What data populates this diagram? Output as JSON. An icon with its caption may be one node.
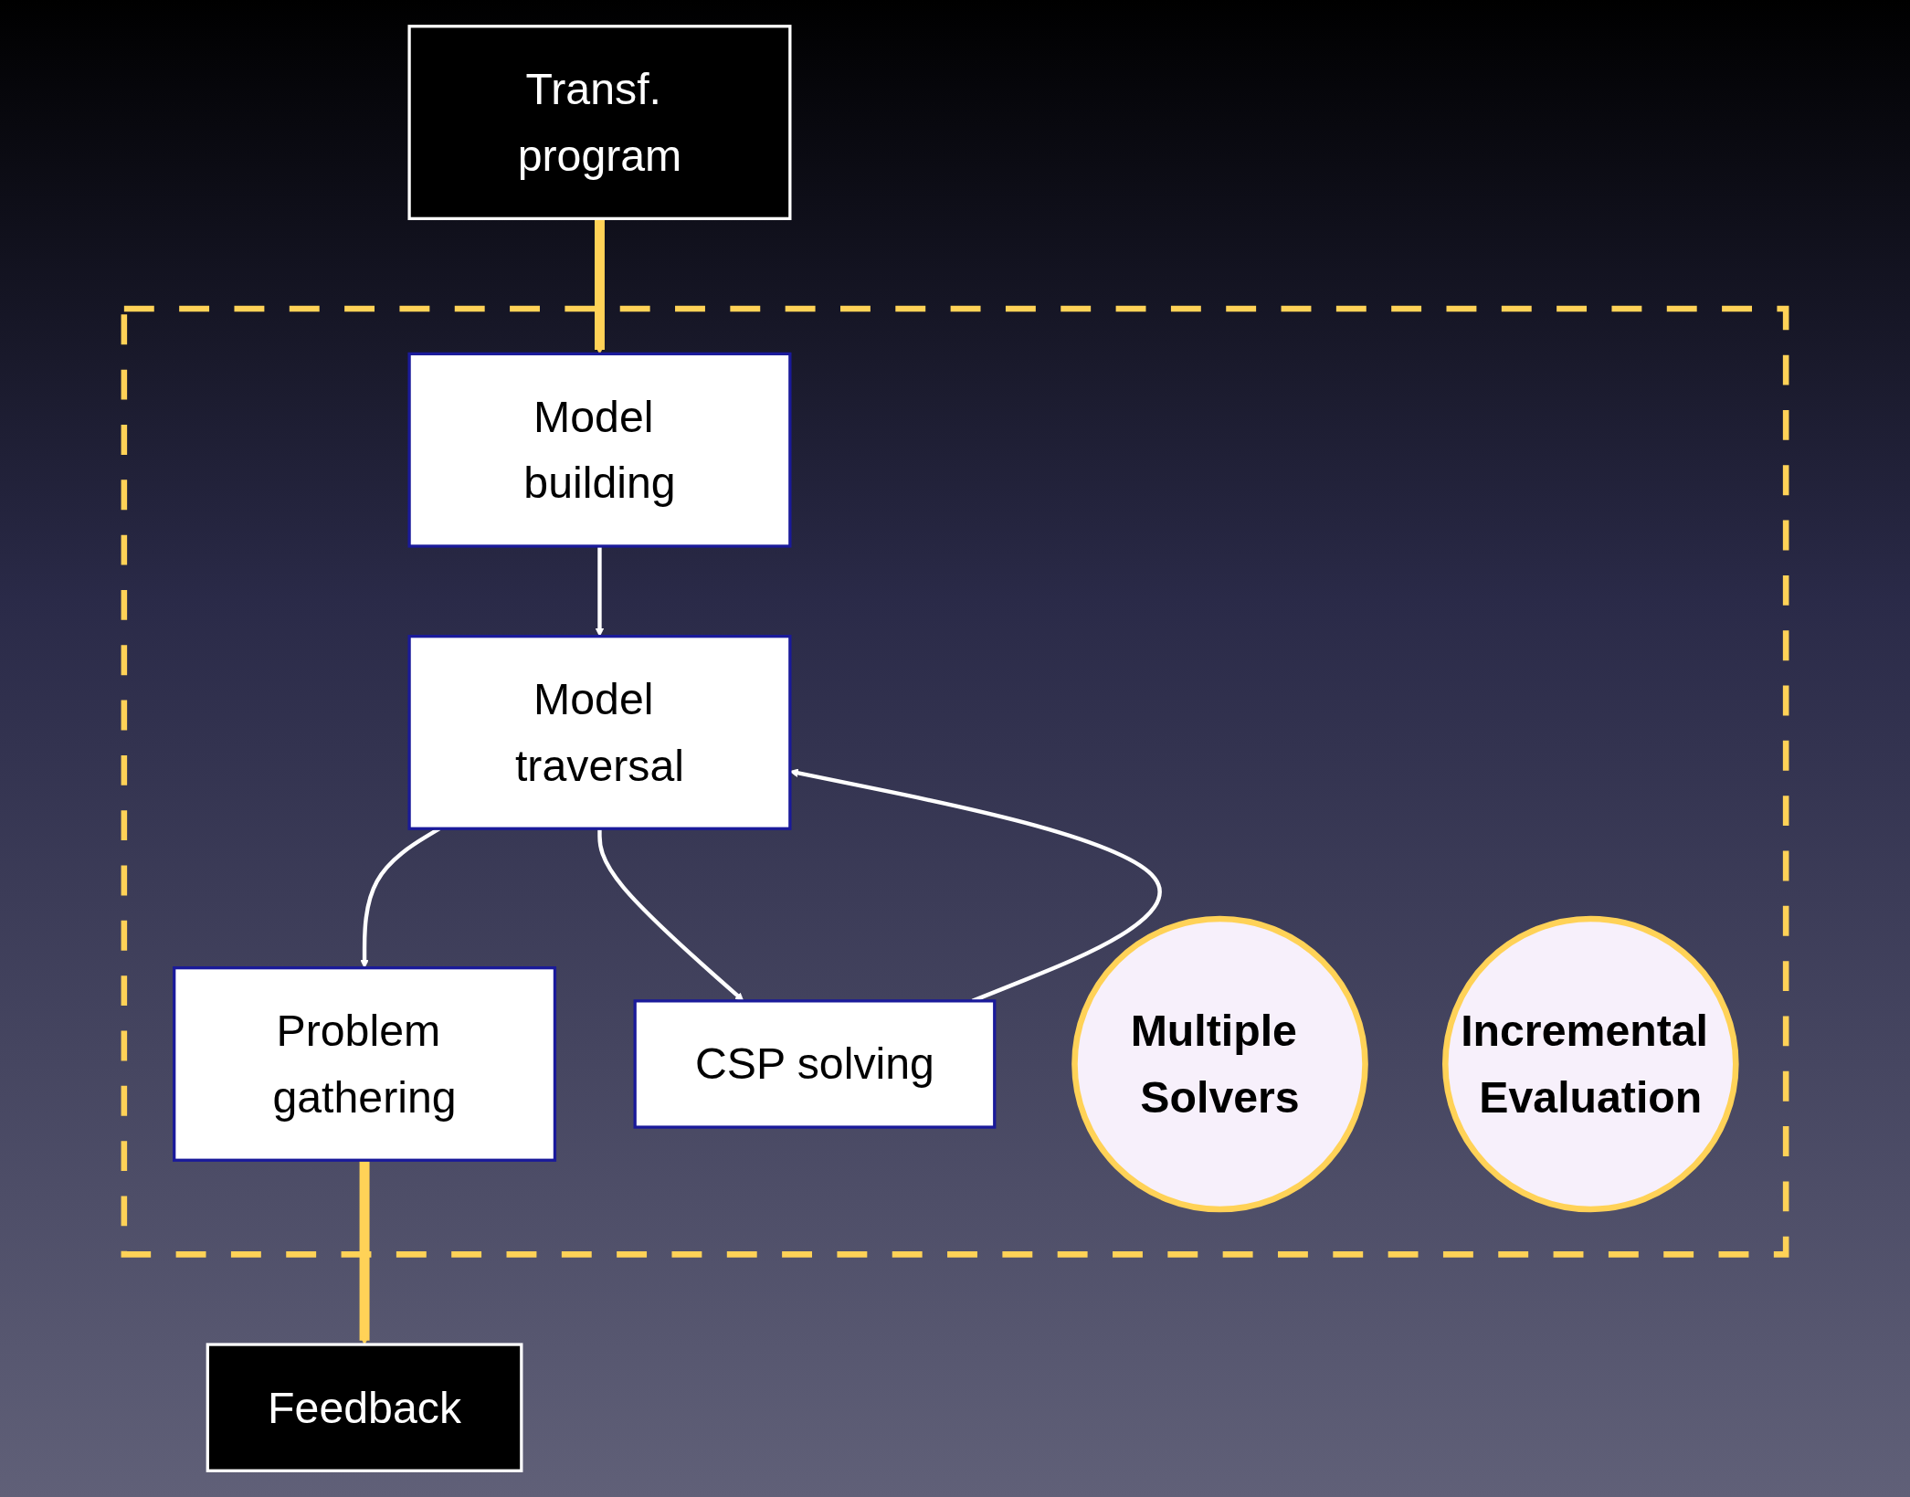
{
  "diagram": {
    "nodes": [
      {
        "text": [
          "Transf. program"
        ]
      },
      {
        "text": [
          "Feedback"
        ]
      },
      {
        "text": [],
        "shape": "box"
      },
      {
        "text": [
          "Model building"
        ],
        "in": 2
      },
      {
        "text": [
          "Model traversal"
        ],
        "in": 2
      },
      {
        "text": [
          "Problem gathering"
        ],
        "in": 2
      },
      {
        "text": [
          "CSP solving"
        ],
        "in": 2
      },
      {
        "text": [
          "Multiple Solvers"
        ],
        "in": 2
      },
      {
        "text": [
          "Incremental Evaluation"
        ],
        "in": 2
      }
    ],
    "edges": [
      {
        "from": 0,
        "to": 3,
        "arrow": "to",
        "style": "thick",
        "color": "#ffd257"
      },
      {
        "from": 3,
        "to": 4,
        "arrow": "to"
      },
      {
        "from": 4,
        "to": 5,
        "arrow": "to"
      },
      {
        "from": 4,
        "to": 6,
        "arrow": "to"
      },
      {
        "from": 6,
        "to": 4,
        "arrow": "to"
      },
      {
        "from": 5,
        "to": 1,
        "arrow": "to",
        "style": "thick",
        "color": "#ffd257"
      }
    ]
  }
}
